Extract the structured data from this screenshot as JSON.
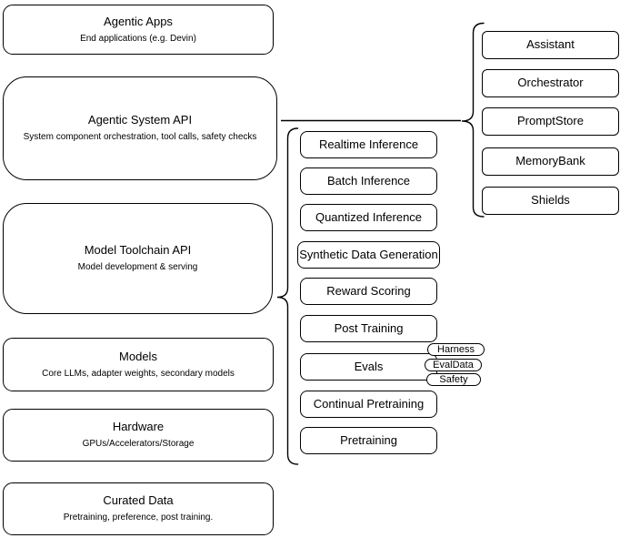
{
  "diagram": {
    "background": "#ffffff",
    "stroke_color": "#000000",
    "text_color": "#000000",
    "left_stack": [
      {
        "title": "Agentic Apps",
        "subtitle": "End applications (e.g. Devin)"
      },
      {
        "title": "Agentic System API",
        "subtitle": "System component orchestration, tool calls, safety checks"
      },
      {
        "title": "Model Toolchain API",
        "subtitle": "Model development & serving"
      },
      {
        "title": "Models",
        "subtitle": "Core LLMs, adapter weights, secondary models"
      },
      {
        "title": "Hardware",
        "subtitle": "GPUs/Accelerators/Storage"
      },
      {
        "title": "Curated Data",
        "subtitle": "Pretraining, preference, post training."
      }
    ],
    "toolchain_items": [
      "Realtime Inference",
      "Batch Inference",
      "Quantized Inference",
      "Synthetic Data Generation",
      "Reward Scoring",
      "Post Training",
      "Evals",
      "Continual Pretraining",
      "Pretraining"
    ],
    "eval_tags": [
      "Harness",
      "EvalData",
      "Safety"
    ],
    "system_components": [
      "Assistant",
      "Orchestrator",
      "PromptStore",
      "MemoryBank",
      "Shields"
    ]
  }
}
